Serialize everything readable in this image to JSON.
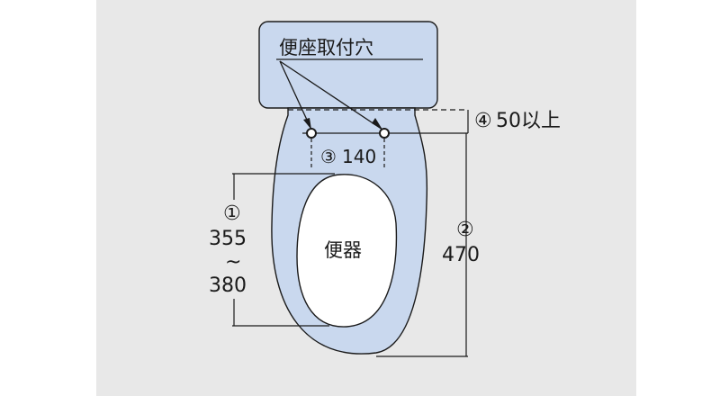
{
  "colors": {
    "background": "#e8e8e8",
    "fixture_fill": "#c9d8ee",
    "outline": "#1a1a1a",
    "bowl_opening": "#ffffff"
  },
  "labels": {
    "tank_label": "便座取付穴",
    "bowl_label": "便器",
    "dim1_marker": "①",
    "dim1_value_top": "355",
    "dim1_tilde": "~",
    "dim1_value_bottom": "380",
    "dim2_marker": "②",
    "dim2_value": "470",
    "dim3_marker": "③",
    "dim3_value": "140",
    "dim4_marker": "④",
    "dim4_value": "50以上"
  }
}
